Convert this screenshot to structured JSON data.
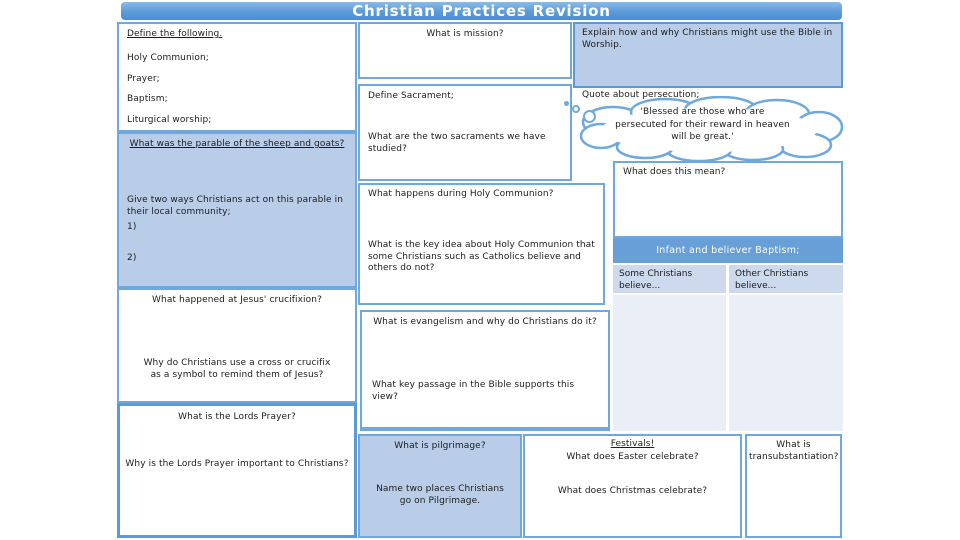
{
  "title": "Christian Practices Revision",
  "colors": {
    "banner_blue": "#4a8fd2",
    "border_blue": "#6fa8dc",
    "light_fill": "#b9cde8",
    "table_header_blue": "#689fd6",
    "table_subheader": "#cdd9ec",
    "table_body": "#eaeff7"
  },
  "define": {
    "heading": "Define the following.",
    "items": [
      "Holy Communion;",
      "Prayer;",
      "Baptism;",
      "Liturgical worship;"
    ]
  },
  "parable": {
    "heading": "What was the parable of the sheep and goats?",
    "question": "Give two ways Christians act on this parable in their local community;",
    "point1": "1)",
    "point2": "2)"
  },
  "crucifixion": {
    "q1": "What happened at Jesus' crucifixion?",
    "q2": "Why do Christians use a cross or crucifix as a symbol to remind them of Jesus?"
  },
  "lords_prayer": {
    "q1": "What is the Lords Prayer?",
    "q2": "Why is the Lords Prayer important to Christians?"
  },
  "mission": {
    "q1": "What is mission?"
  },
  "sacrament": {
    "q1": "Define Sacrament;",
    "q2": "What are the two sacraments we have studied?"
  },
  "communion": {
    "q1": "What happens during Holy Communion?",
    "q2": "What is the key idea about Holy Communion that some Christians such as Catholics believe and others do not?"
  },
  "evangelism": {
    "q1": "What is evangelism and why do Christians do it?",
    "q2": "What key passage in the Bible supports this view?"
  },
  "pilgrimage": {
    "q1": "What is pilgrimage?",
    "q2": "Name two places Christians go on Pilgrimage."
  },
  "festivals": {
    "heading": "Festivals!",
    "q1": "What does Easter celebrate?",
    "q2": "What does Christmas celebrate?"
  },
  "transubstantiation": {
    "q1": "What is transubstantiation?"
  },
  "bible_worship": {
    "q1": "Explain how and why Christians might use the Bible in Worship."
  },
  "persecution": {
    "label": "Quote about persecution;",
    "quote": "'Blessed are those who are persecuted for their reward in heaven will be great.'",
    "meaning_q": "What does this mean?"
  },
  "baptism_table": {
    "header": "Infant and believer Baptism;",
    "col1": "Some Christians believe...",
    "col2": "Other Christians believe..."
  }
}
